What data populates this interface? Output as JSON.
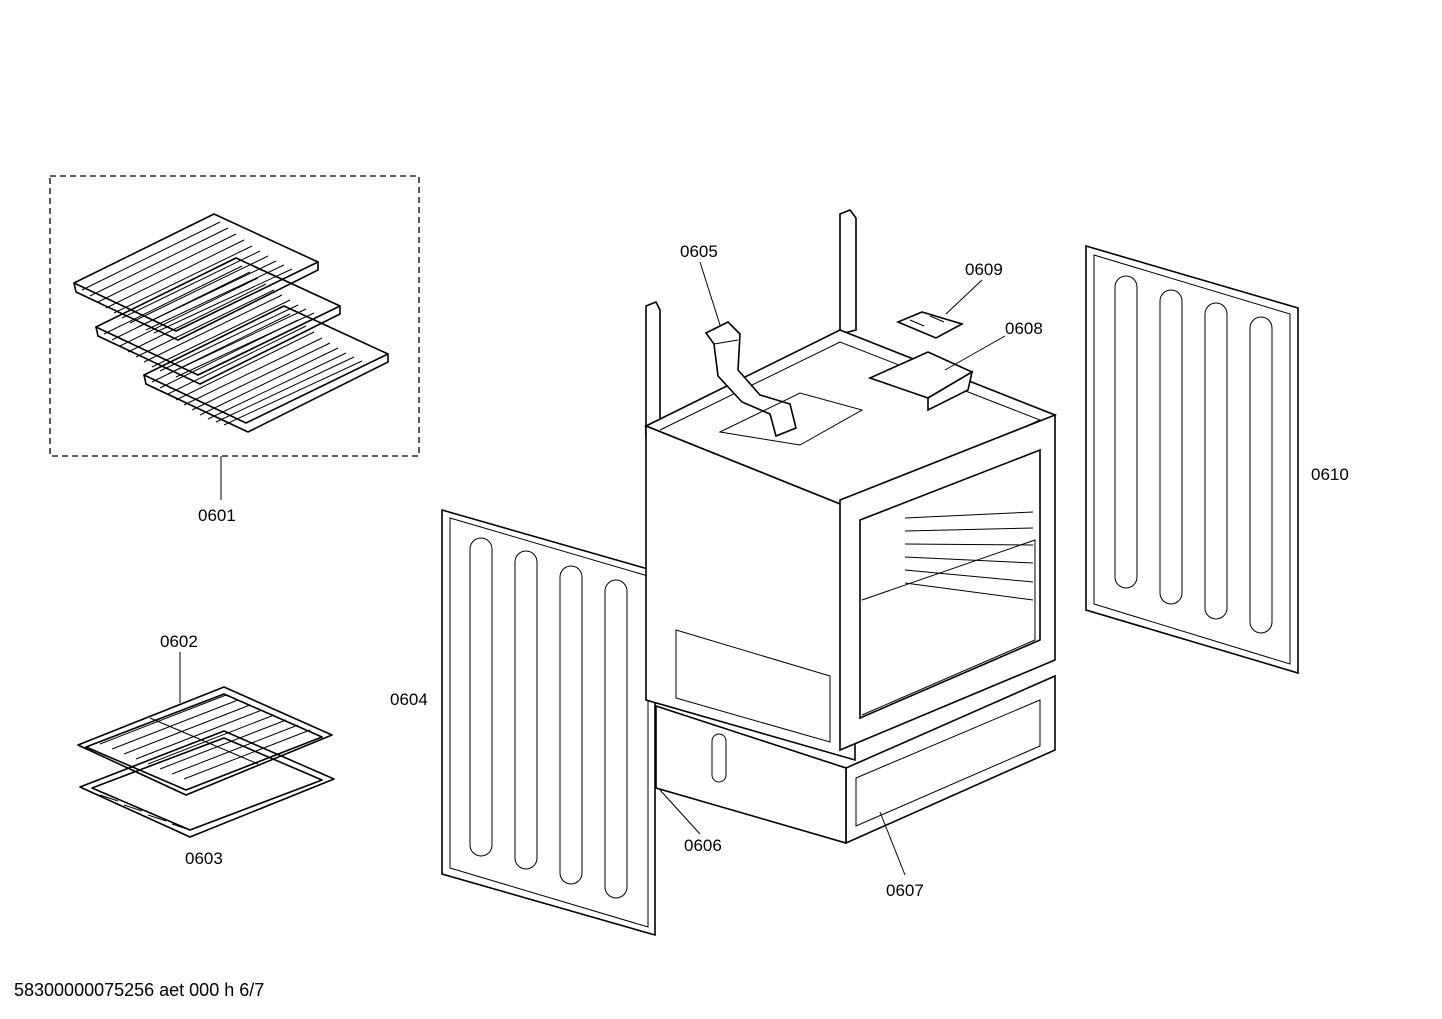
{
  "labels": {
    "p0601": "0601",
    "p0602": "0602",
    "p0603": "0603",
    "p0604": "0604",
    "p0605": "0605",
    "p0606": "0606",
    "p0607": "0607",
    "p0608": "0608",
    "p0609": "0609",
    "p0610": "0610"
  },
  "footer": "58300000075256 aet 000 h 6/7"
}
